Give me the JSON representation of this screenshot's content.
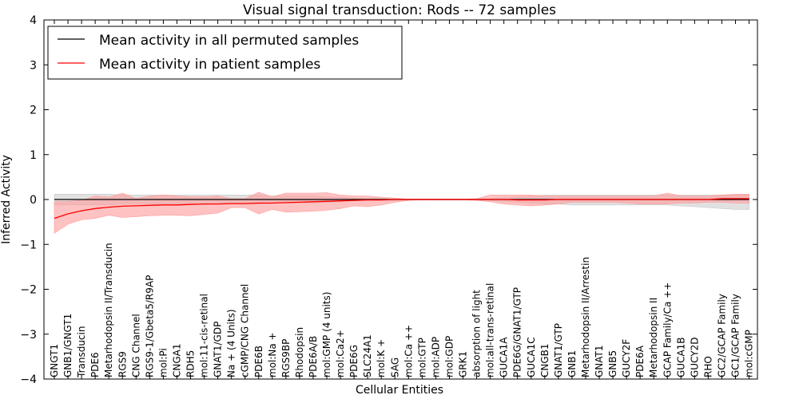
{
  "chart_data": {
    "type": "line",
    "title": "Visual signal transduction: Rods -- 72 samples",
    "xlabel": "Cellular Entities",
    "ylabel": "Inferred Activity",
    "ylim": [
      -4,
      4
    ],
    "yticks": [
      -4,
      -3,
      -2,
      -1,
      0,
      1,
      2,
      3,
      4
    ],
    "ytick_labels": [
      "−4",
      "−3",
      "−2",
      "−1",
      "0",
      "1",
      "2",
      "3",
      "4"
    ],
    "grid": false,
    "legend_position": "top-left",
    "categories": [
      "GNGT1",
      "GNB1/GNGT1",
      "Transducin",
      "PDE6",
      "Metarhodopsin II/Transducin",
      "RGS9",
      "CNG Channel",
      "RGS9-1/Gbeta5/R9AP",
      "mol:Pi",
      "CNGA1",
      "RDH5",
      "mol:11-cis-retinal",
      "GNAT1/GDP",
      "Na + (4 Units)",
      "cGMP/CNG Channel",
      "PDE6B",
      "mol:Na +",
      "RGS9BP",
      "Rhodopsin",
      "PDE6A/B",
      "mol:GMP (4 units)",
      "mol:Ca2+",
      "PDE6G",
      "SLC24A1",
      "mol:K +",
      "SAG",
      "mol:Ca ++",
      "mol:GTP",
      "mol:ADP",
      "mol:GDP",
      "GRK1",
      "absorption of light",
      "mol:all-trans-retinal",
      "GUCA1A",
      "PDE6G/GNAT1/GTP",
      "GUCA1C",
      "CNGB1",
      "GNAT1/GTP",
      "GNB1",
      "Metarhodopsin II/Arrestin",
      "GNAT1",
      "GNB5",
      "GUCY2F",
      "PDE6A",
      "Metarhodopsin II",
      "GCAP Family/Ca ++",
      "GUCA1B",
      "GUCY2D",
      "RHO",
      "GC2/GCAP Family",
      "GC1/GCAP Family",
      "mol:cGMP"
    ],
    "series": [
      {
        "name": "Mean activity in all permuted samples",
        "color": "#000000",
        "band_color": "#c8c8c8",
        "values": [
          0,
          0,
          0,
          0,
          0,
          0,
          0,
          0,
          0,
          0,
          0,
          0,
          0,
          0,
          0,
          0,
          0,
          0,
          0,
          0,
          0,
          0,
          0,
          0,
          0,
          0,
          0,
          0,
          0,
          0,
          0,
          0,
          0,
          0,
          0,
          0,
          0,
          0,
          0,
          0,
          0,
          0,
          0,
          0,
          0,
          0,
          0,
          0,
          0,
          0,
          0,
          0
        ],
        "band_lower": [
          -0.12,
          -0.12,
          -0.12,
          -0.12,
          -0.12,
          -0.1,
          -0.1,
          -0.1,
          -0.1,
          -0.1,
          -0.1,
          -0.1,
          -0.1,
          -0.1,
          -0.1,
          -0.1,
          -0.08,
          -0.08,
          -0.08,
          -0.08,
          -0.06,
          -0.05,
          -0.03,
          -0.02,
          -0.02,
          -0.02,
          -0.01,
          -0.01,
          -0.01,
          -0.01,
          -0.01,
          -0.01,
          -0.02,
          -0.04,
          -0.06,
          -0.08,
          -0.1,
          -0.1,
          -0.12,
          -0.12,
          -0.12,
          -0.12,
          -0.12,
          -0.12,
          -0.12,
          -0.12,
          -0.14,
          -0.16,
          -0.18,
          -0.2,
          -0.22,
          -0.22
        ],
        "band_upper": [
          0.12,
          0.12,
          0.12,
          0.12,
          0.12,
          0.1,
          0.1,
          0.1,
          0.1,
          0.1,
          0.1,
          0.1,
          0.1,
          0.1,
          0.1,
          0.1,
          0.08,
          0.08,
          0.08,
          0.08,
          0.06,
          0.05,
          0.03,
          0.02,
          0.02,
          0.02,
          0.01,
          0.01,
          0.01,
          0.01,
          0.01,
          0.01,
          0.02,
          0.04,
          0.06,
          0.08,
          0.1,
          0.1,
          0.1,
          0.1,
          0.1,
          0.1,
          0.1,
          0.1,
          0.1,
          0.1,
          0.1,
          0.1,
          0.1,
          0.1,
          0.1,
          0.1
        ]
      },
      {
        "name": "Mean activity in patient samples",
        "color": "#ff0000",
        "band_color": "#ff9999",
        "values": [
          -0.42,
          -0.32,
          -0.25,
          -0.2,
          -0.17,
          -0.15,
          -0.14,
          -0.13,
          -0.12,
          -0.12,
          -0.11,
          -0.1,
          -0.1,
          -0.09,
          -0.09,
          -0.08,
          -0.08,
          -0.07,
          -0.06,
          -0.05,
          -0.04,
          -0.03,
          -0.02,
          -0.01,
          -0.01,
          0,
          0,
          0,
          0,
          0,
          0,
          0,
          0,
          0,
          -0.01,
          -0.01,
          -0.01,
          0,
          0,
          0,
          0,
          0,
          0,
          0,
          0,
          0,
          0,
          0,
          0,
          0.02,
          0.02,
          0.02
        ],
        "band_lower": [
          -0.75,
          -0.55,
          -0.45,
          -0.42,
          -0.35,
          -0.4,
          -0.38,
          -0.36,
          -0.35,
          -0.35,
          -0.36,
          -0.33,
          -0.3,
          -0.18,
          -0.18,
          -0.32,
          -0.22,
          -0.28,
          -0.27,
          -0.26,
          -0.24,
          -0.2,
          -0.14,
          -0.16,
          -0.12,
          -0.06,
          -0.02,
          -0.01,
          -0.01,
          -0.01,
          -0.01,
          -0.02,
          -0.05,
          -0.1,
          -0.12,
          -0.14,
          -0.12,
          -0.1,
          -0.06,
          -0.06,
          -0.06,
          -0.06,
          -0.08,
          -0.1,
          -0.1,
          -0.1,
          -0.08,
          -0.08,
          -0.06,
          -0.06,
          -0.08,
          -0.08
        ],
        "band_upper": [
          -0.05,
          -0.04,
          -0.02,
          0.08,
          0.05,
          0.14,
          0.02,
          0.08,
          0.1,
          0.08,
          0.06,
          0.06,
          0.08,
          0.02,
          0.02,
          0.16,
          0.06,
          0.14,
          0.14,
          0.14,
          0.15,
          0.1,
          0.08,
          0.08,
          0.05,
          0.03,
          0.01,
          0.01,
          0.01,
          0.01,
          0.01,
          0.02,
          0.1,
          0.1,
          0.1,
          0.1,
          0.08,
          0.08,
          0.08,
          0.08,
          0.08,
          0.08,
          0.08,
          0.08,
          0.08,
          0.14,
          0.08,
          0.08,
          0.08,
          0.1,
          0.12,
          0.12
        ]
      }
    ]
  }
}
